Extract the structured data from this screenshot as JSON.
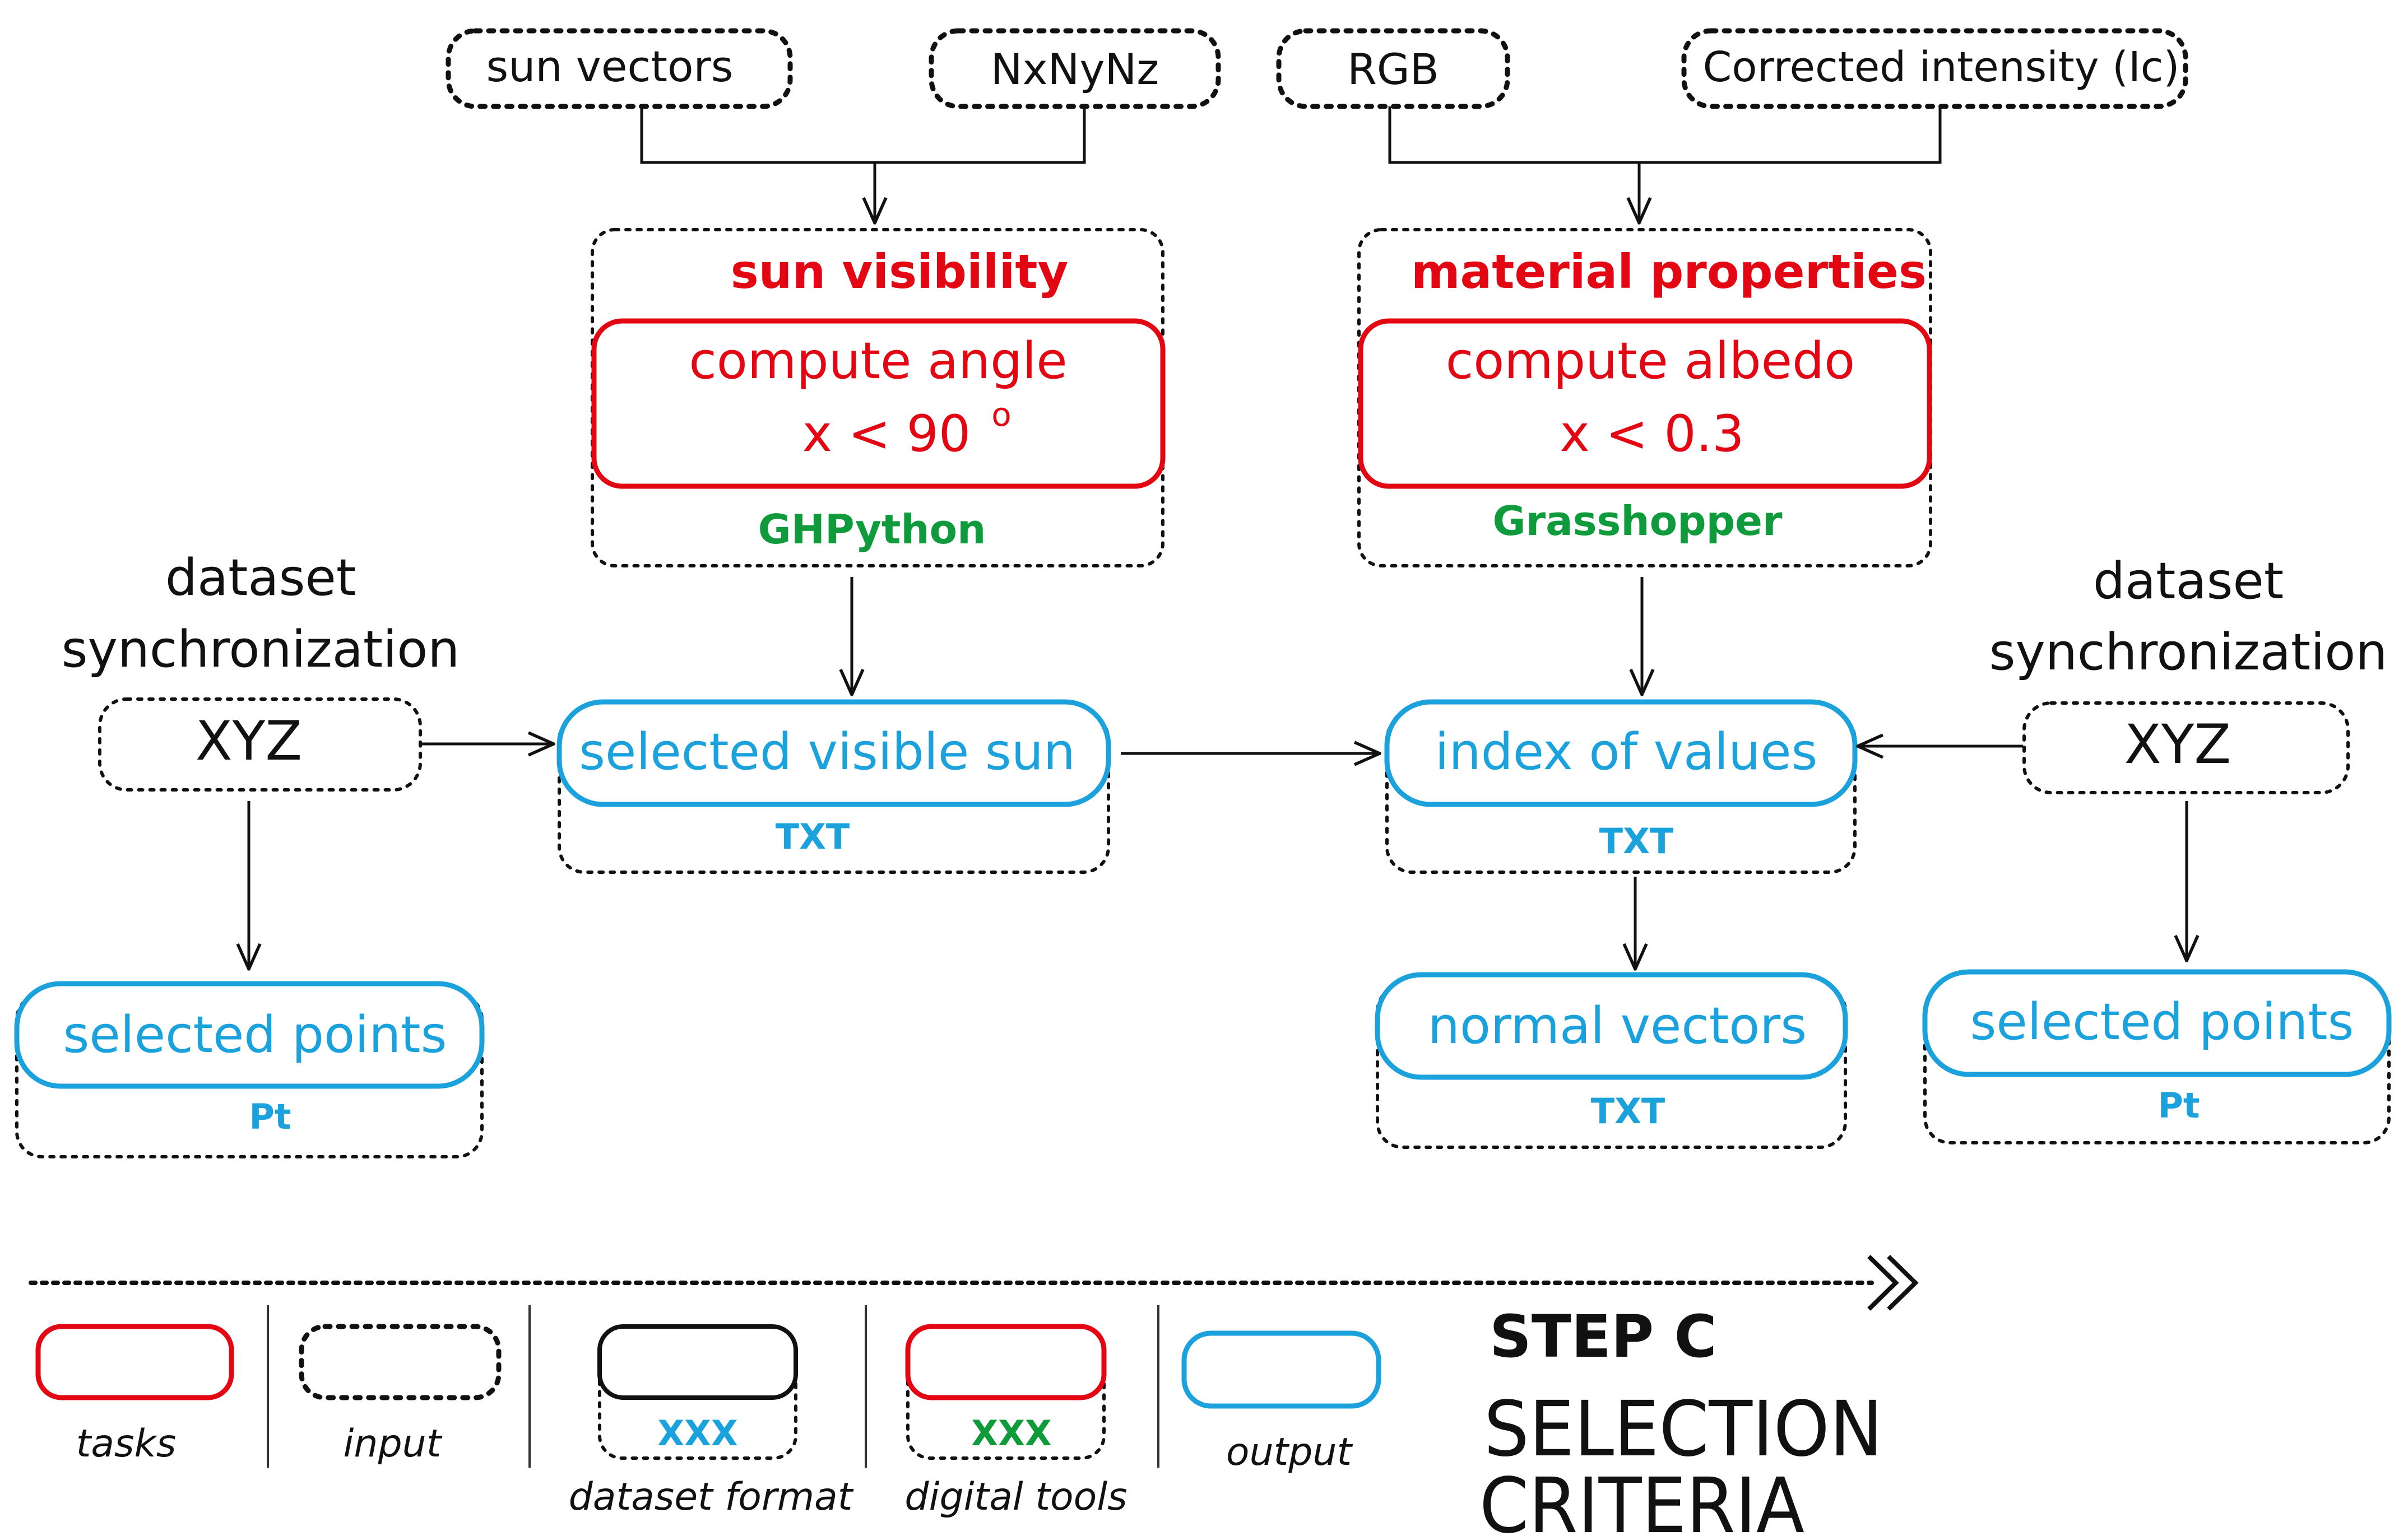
{
  "inputs": {
    "sun_vectors": "sun vectors",
    "nxnynz": "NxNyNz",
    "rgb": "RGB",
    "corrected_intensity": "Corrected intensity (Ic)"
  },
  "sun_visibility": {
    "title": "sun visibility",
    "task_line1": "compute angle",
    "task_line2": "x < 90",
    "degree": "o",
    "tool": "GHPython"
  },
  "material_properties": {
    "title": "material properties",
    "task_line1": "compute albedo",
    "task_line2": "x < 0.3",
    "tool": "Grasshopper"
  },
  "left": {
    "label_line1": "dataset",
    "label_line2": "synchronization",
    "xyz": "XYZ",
    "output": "selected points",
    "format": "Pt"
  },
  "right": {
    "label_line1": "dataset",
    "label_line2": "synchronization",
    "xyz": "XYZ",
    "output": "selected points",
    "format": "Pt"
  },
  "selected_visible_sun": {
    "output": "selected visible sun",
    "format": "TXT"
  },
  "index_of_values": {
    "output": "index of values",
    "format": "TXT"
  },
  "normal_vectors": {
    "output": "normal vectors",
    "format": "TXT"
  },
  "legend": {
    "tasks": "tasks",
    "input": "input",
    "format_sample": "XXX",
    "dataset_format": "dataset format",
    "tools_sample": "XXX",
    "digital_tools": "digital tools",
    "output": "output"
  },
  "step": {
    "label": "STEP C",
    "title_line1": "SELECTION",
    "title_line2": "CRITERIA"
  },
  "colors": {
    "task": "#e30613",
    "output": "#1ba1dc",
    "tool": "#0f9a3c",
    "input": "#111111"
  }
}
